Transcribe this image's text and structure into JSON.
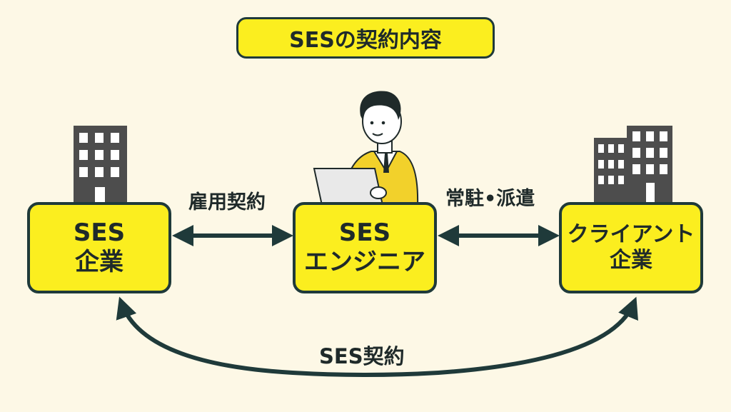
{
  "title": "SESの契約内容",
  "nodes": {
    "ses_company": {
      "line1": "SES",
      "line2": "企業"
    },
    "engineer": {
      "line1": "SES",
      "line2": "エンジニア"
    },
    "client": {
      "line1": "クライアント",
      "line2": "企業"
    }
  },
  "edges": {
    "employment": "雇用契約",
    "dispatch": "常駐•派遣",
    "ses_contract": "SES契約"
  },
  "colors": {
    "box_fill": "#fbee1f",
    "outline": "#1f3a3a",
    "building": "#4d4d4d",
    "background": "#fdf8e6"
  },
  "icons": [
    "building-icon",
    "buildings-icon",
    "engineer-with-laptop-illustration"
  ]
}
